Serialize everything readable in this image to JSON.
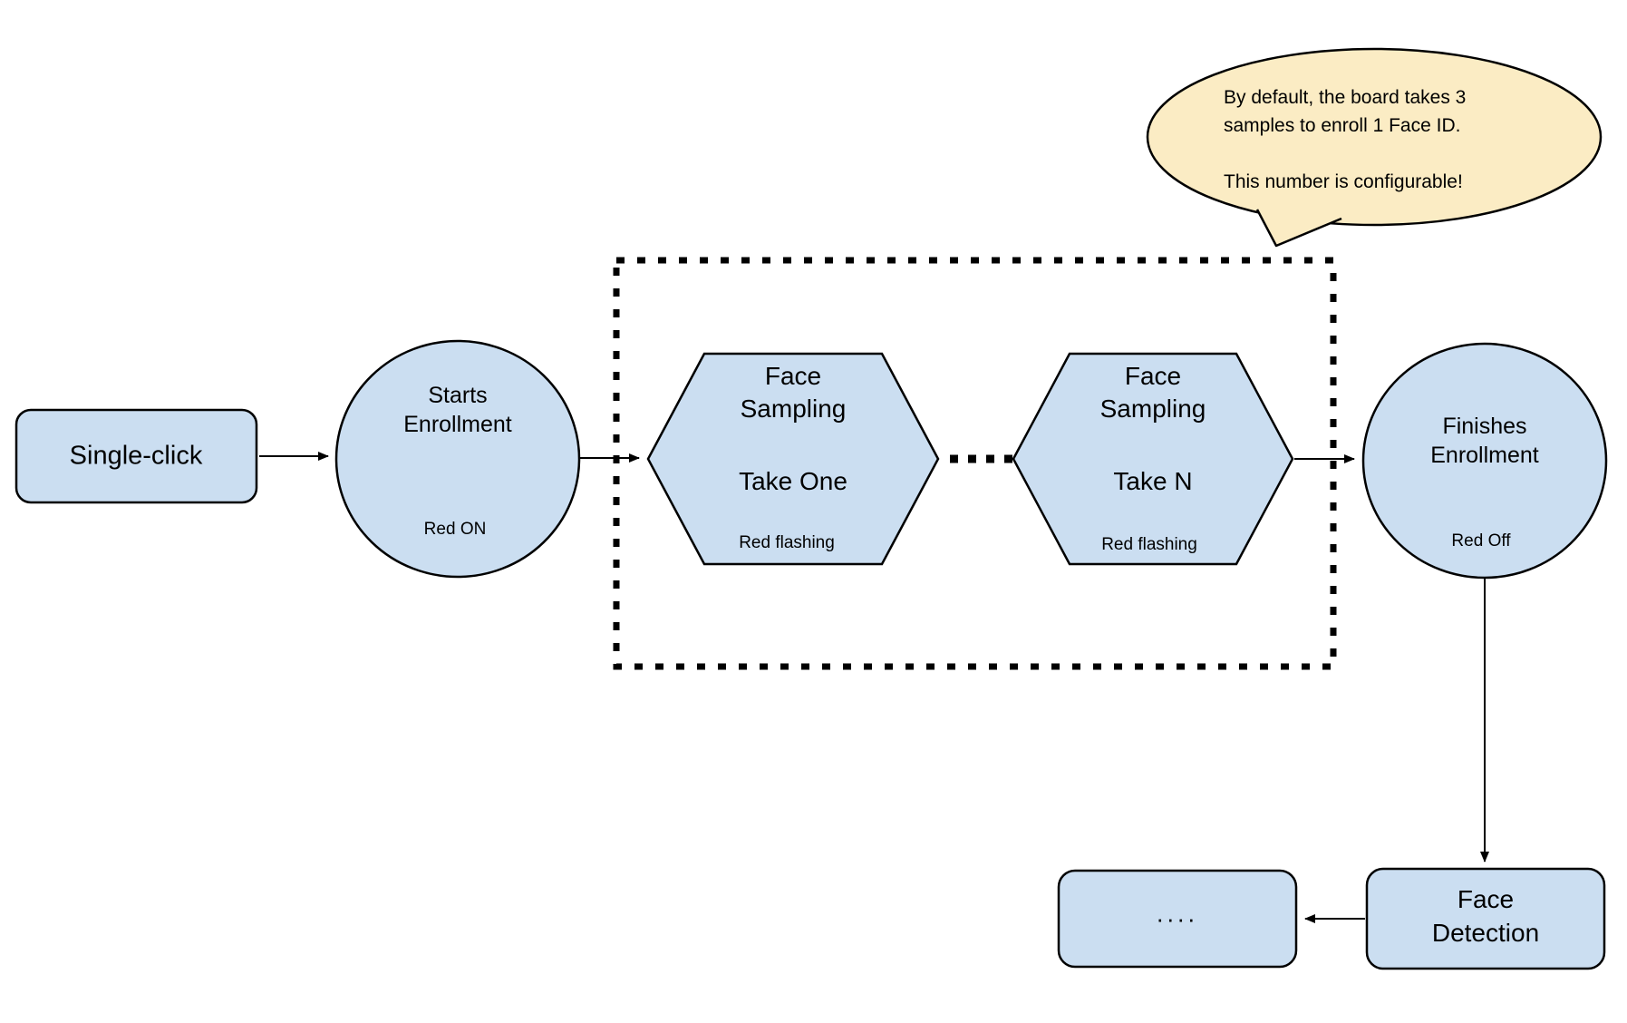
{
  "colors": {
    "node_fill": "#cbdef1",
    "node_stroke": "#000000",
    "callout_fill": "#fbecc4",
    "line_color": "#000000"
  },
  "nodes": {
    "single_click": {
      "label": "Single-click"
    },
    "starts_enrollment": {
      "line1": "Starts",
      "line2": "Enrollment",
      "status": "Red ON"
    },
    "face_sampling_one": {
      "line1": "Face",
      "line2": "Sampling",
      "take": "Take One",
      "status": "Red flashing"
    },
    "face_sampling_n": {
      "line1": "Face",
      "line2": "Sampling",
      "take": "Take N",
      "status": "Red flashing"
    },
    "finishes_enrollment": {
      "line1": "Finishes",
      "line2": "Enrollment",
      "status": "Red Off"
    },
    "face_detection": {
      "line1": "Face",
      "line2": "Detection"
    },
    "continuation": {
      "label": "...."
    }
  },
  "callout": {
    "lines": [
      "By default, the board takes 3",
      "samples to enroll 1 Face ID.",
      "",
      "This number is configurable!"
    ]
  }
}
